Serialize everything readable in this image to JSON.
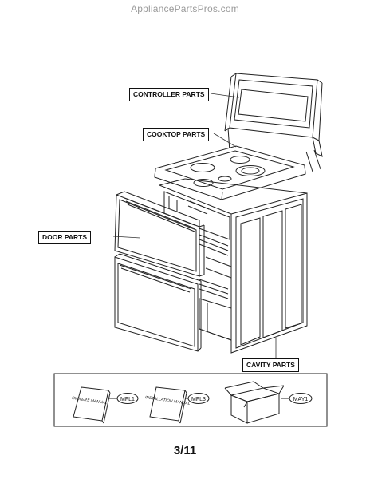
{
  "watermark": "AppliancePartsPros.com",
  "callouts": {
    "controller_parts": "CONTROLLER PARTS",
    "cooktop_parts": "COOKTOP PARTS",
    "door_parts": "DOOR PARTS",
    "cavity_parts": "CAVITY PARTS"
  },
  "accessories": [
    {
      "item_text": "OWNERS MANUAL",
      "code": "MFL1"
    },
    {
      "item_text": "INSTALLATION MANUAL",
      "code": "MFL3"
    },
    {
      "item_text": "",
      "code": "MAY1"
    }
  ],
  "page_number": "3/11"
}
